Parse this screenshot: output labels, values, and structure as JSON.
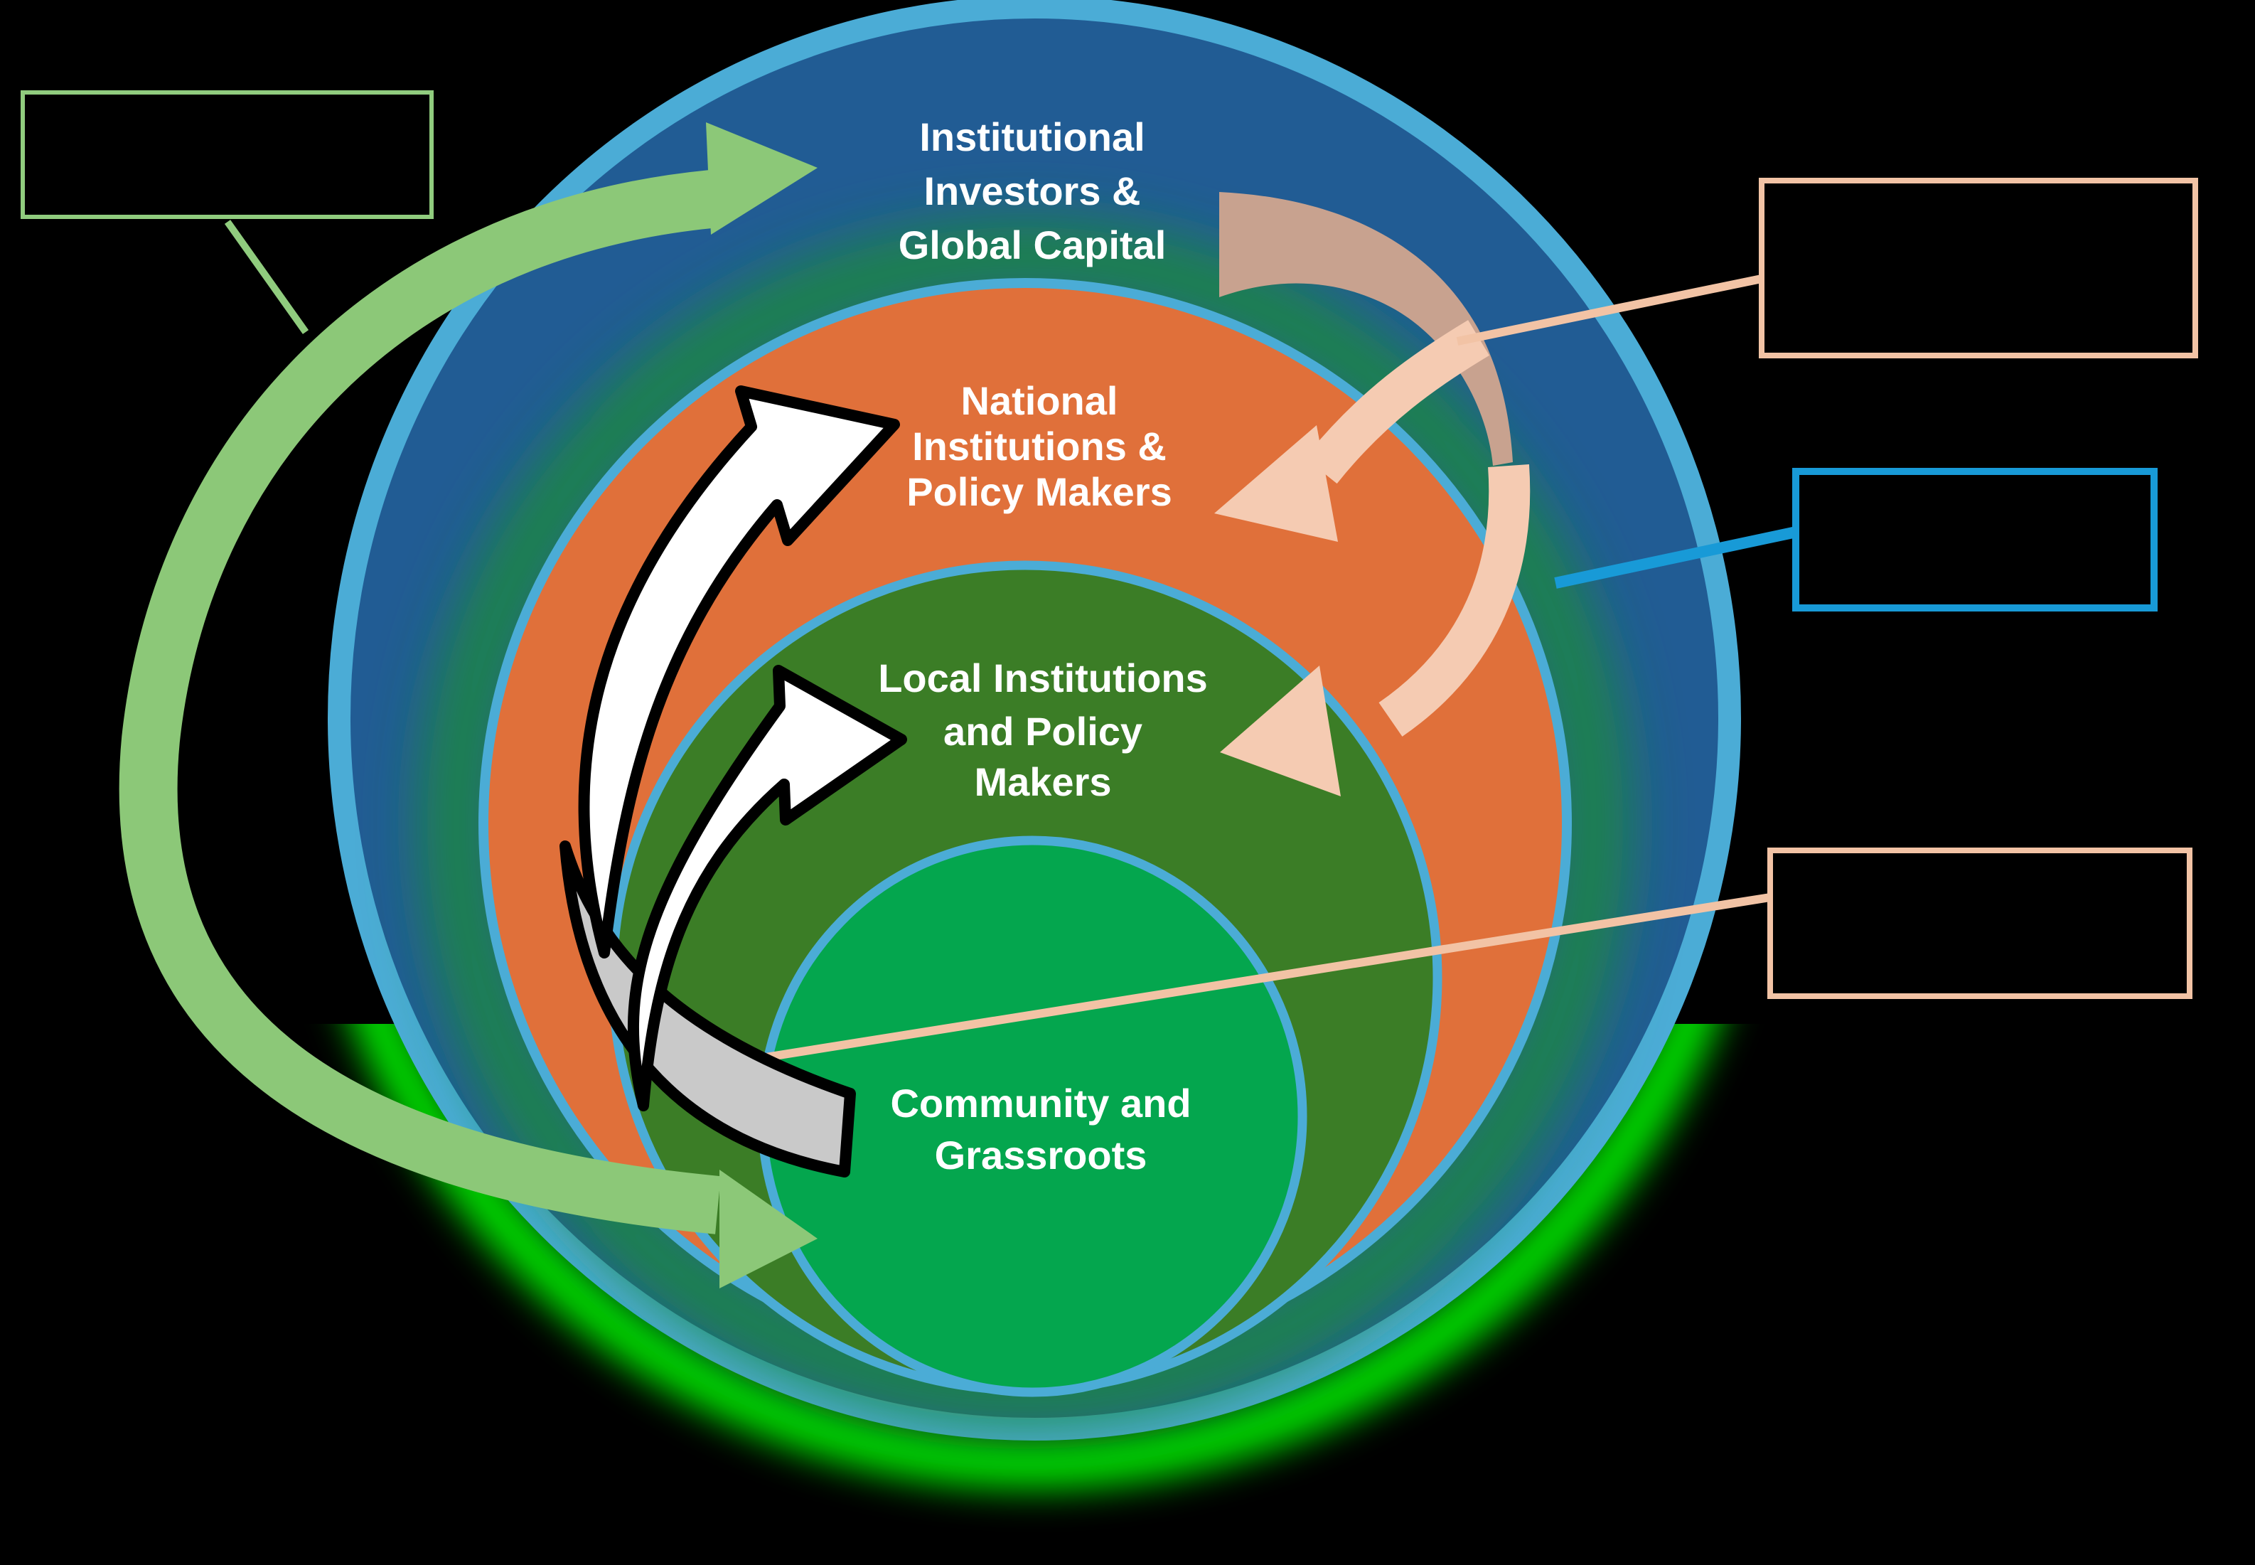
{
  "background_color": "#000000",
  "rings": [
    {
      "id": "institutional",
      "label_lines": [
        "Institutional",
        "Investors &",
        "Global Capital"
      ],
      "fill": "#215C94",
      "border": "#4BACD6"
    },
    {
      "id": "national",
      "label_lines": [
        "National",
        "Institutions &",
        "Policy Makers"
      ],
      "fill": "#E0703A",
      "border": "#4BACD6"
    },
    {
      "id": "local",
      "label_lines": [
        "Local Institutions",
        "and Policy",
        "Makers"
      ],
      "fill": "#3B7D26",
      "border": "#4BACD6"
    },
    {
      "id": "community",
      "label_lines": [
        "Community and",
        "Grassroots"
      ],
      "fill": "#04A64E",
      "border": "#4BACD6"
    }
  ],
  "arrows": [
    {
      "id": "global-community-loop",
      "color": "#8CC878",
      "style": "double-headed outer arc on left side"
    },
    {
      "id": "top-down-capital-flow",
      "color": "#C8A28F",
      "style": "tapered band from outer ring downward"
    },
    {
      "id": "inward-flow-national",
      "color": "#F5CBB2",
      "style": "curved arrow pointing into national ring"
    },
    {
      "id": "inward-flow-local",
      "color": "#F5CBB2",
      "style": "curved arrow pointing into local ring"
    },
    {
      "id": "upward-flow-national",
      "color": "#FFFFFF",
      "outline": "#000000",
      "style": "curved arrow from community up to national ring"
    },
    {
      "id": "upward-flow-local",
      "color": "#FFFFFF",
      "outline": "#000000",
      "style": "curved arrow from community up to local ring"
    },
    {
      "id": "community-voice-tail",
      "color": "#C9C9C9",
      "outline": "#000000",
      "style": "tapered swoosh out of community circle"
    }
  ],
  "callouts": [
    {
      "id": "left-green",
      "label": "",
      "border": "#90CC7E"
    },
    {
      "id": "right-top-peach",
      "label": "",
      "border": "#F2C3A5"
    },
    {
      "id": "right-blue",
      "label": "",
      "border": "#189AD7"
    },
    {
      "id": "right-bottom-peach",
      "label": "",
      "border": "#F2C3A5"
    }
  ],
  "effects": {
    "orange_halo": "#1F8A3C",
    "bottom_glow": "#00DE00"
  }
}
